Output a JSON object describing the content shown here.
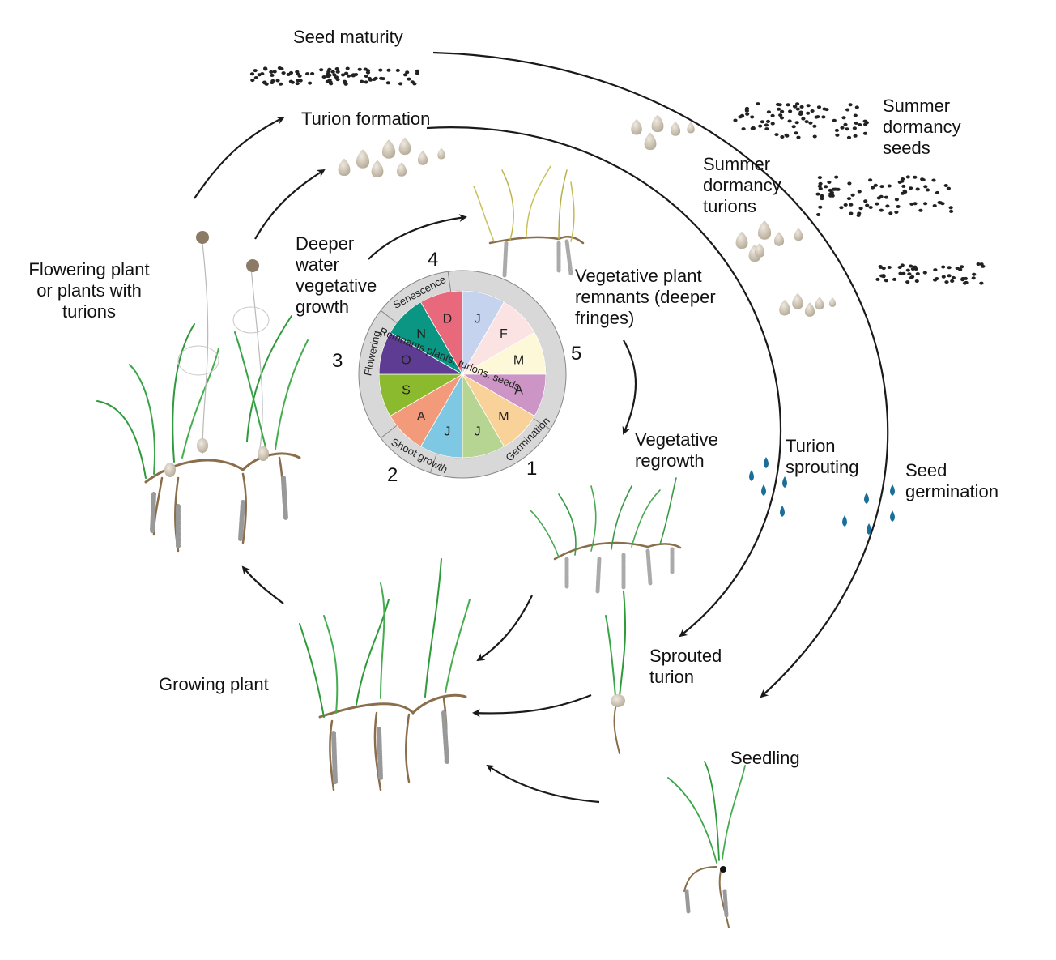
{
  "labels": {
    "seed_maturity": "Seed maturity",
    "turion_formation": "Turion formation",
    "flowering_plant": "Flowering plant\nor plants with\nturions",
    "deeper_water": "Deeper\nwater\nvegetative\ngrowth",
    "vegetative_remnants": "Vegetative plant\nremnants (deeper\nfringes)",
    "summer_dormancy_seeds": "Summer\ndormancy\nseeds",
    "summer_dormancy_turions": "Summer\ndormancy\nturions",
    "vegetative_regrowth": "Vegetative\nregrowth",
    "turion_sprouting": "Turion\nsprouting",
    "seed_germination": "Seed\ngermination",
    "sprouted_turion": "Sprouted\nturion",
    "growing_plant": "Growing plant",
    "seedling": "Seedling"
  },
  "stage_numbers": {
    "one": "1",
    "two": "2",
    "three": "3",
    "four": "4",
    "five": "5"
  },
  "wheel": {
    "months": [
      {
        "letter": "J",
        "color": "#c6d3ee"
      },
      {
        "letter": "F",
        "color": "#fbe3e3"
      },
      {
        "letter": "M",
        "color": "#fdf8d8"
      },
      {
        "letter": "A",
        "color": "#cc95c6"
      },
      {
        "letter": "M",
        "color": "#f9d29a"
      },
      {
        "letter": "J",
        "color": "#b7d592"
      },
      {
        "letter": "J",
        "color": "#7ec8e3"
      },
      {
        "letter": "A",
        "color": "#f39a7a"
      },
      {
        "letter": "S",
        "color": "#8cba2e"
      },
      {
        "letter": "O",
        "color": "#5f3c93"
      },
      {
        "letter": "N",
        "color": "#0a9683"
      },
      {
        "letter": "D",
        "color": "#e8697c"
      }
    ],
    "phases": [
      {
        "label": "Remnants plants, turions, seeds"
      },
      {
        "label": "Germination"
      },
      {
        "label": "Shoot growth"
      },
      {
        "label": "Flowering"
      },
      {
        "label": "Senescence"
      }
    ]
  }
}
